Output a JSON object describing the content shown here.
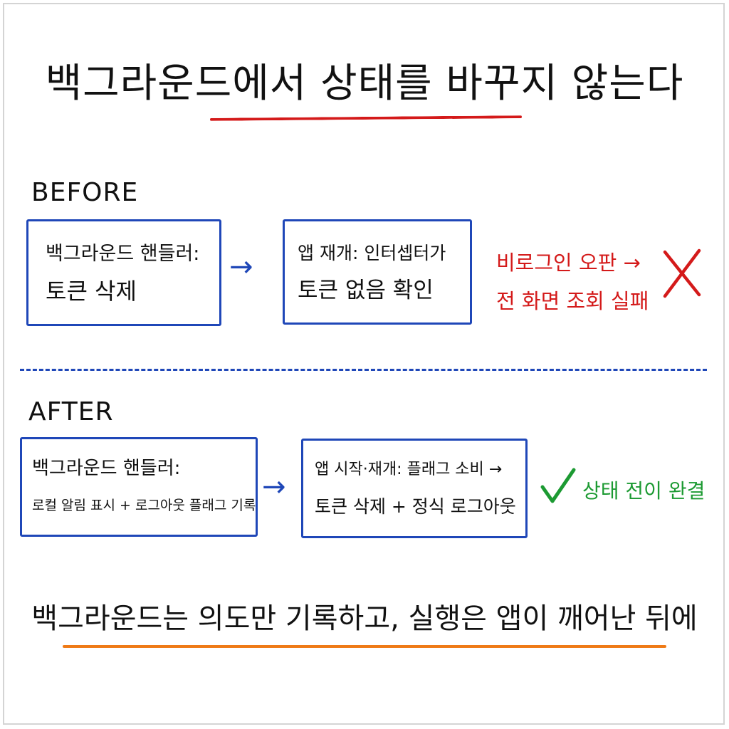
{
  "title": "백그라운드에서 상태를 바꾸지 않는다",
  "before": {
    "label": "BEFORE",
    "box1": {
      "line1": "백그라운드 핸들러:",
      "line2": "토큰 삭제"
    },
    "box2": {
      "line1": "앱 재개: 인터셉터가",
      "line2": "토큰 없음 확인"
    },
    "outcome": {
      "line1": "비로그인 오판 →",
      "line2": "전 화면 조회 실패"
    }
  },
  "after": {
    "label": "AFTER",
    "box1": {
      "line1": "백그라운드 핸들러:",
      "line2": "로컬 알림 표시 + 로그아웃 플래그 기록"
    },
    "box2": {
      "line1": "앱 시작·재개: 플래그 소비 →",
      "line2": "토큰 삭제 + 정식 로그아웃"
    },
    "outcome": {
      "text": "상태 전이 완결"
    }
  },
  "summary": "백그라운드는 의도만 기록하고, 실행은 앱이 깨어난 뒤에",
  "colors": {
    "box_border": "#1f47b8",
    "fail": "#d41a1a",
    "success": "#1c9a32",
    "summary_underline": "#ef7a16"
  },
  "icons": {
    "arrow": "arrow-right-icon",
    "fail": "cross-icon",
    "success": "check-icon"
  }
}
